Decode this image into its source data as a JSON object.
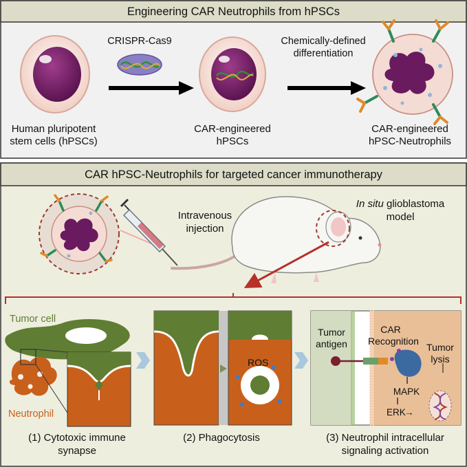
{
  "top_panel": {
    "title": "Engineering CAR Neutrophils from hPSCs",
    "crispr_label": "CRISPR-Cas9",
    "differentiation_label": [
      "Chemically-defined",
      "differentiation"
    ],
    "cell1_label": [
      "Human pluripotent",
      "stem cells (hPSCs)"
    ],
    "cell2_label": [
      "CAR-engineered",
      "hPSCs"
    ],
    "cell3_label": [
      "CAR-engineered",
      "hPSC-Neutrophils"
    ]
  },
  "bottom_panel": {
    "title": "CAR hPSC-Neutrophils  for targeted cancer immunotherapy",
    "injection_label": [
      "Intravenous",
      "injection"
    ],
    "model_label_italic": "In situ",
    "model_label_rest": " glioblastoma",
    "model_label_line2": "model"
  },
  "mechanisms": {
    "tumor_cell": "Tumor cell",
    "neutrophil": "Neutrophil",
    "ros": "ROS",
    "tumor_antigen": [
      "Tumor",
      "antigen"
    ],
    "car_recognition": [
      "CAR",
      "Recognition"
    ],
    "mapk": "MAPK",
    "erk": "ERK",
    "erk_arrow": "→",
    "tumor_lysis": [
      "Tumor",
      "lysis"
    ],
    "step1": [
      "(1) Cytotoxic immune",
      "synapse"
    ],
    "step2": "(2) Phagocytosis",
    "step3": [
      "(3) Neutrophil intracellular",
      "signaling activation"
    ]
  },
  "colors": {
    "panel_header": "#dcdcc8",
    "top_bg": "#f1f1f1",
    "bottom_bg": "#eeeedf",
    "tumor_green": "#5f7d33",
    "neutrophil_orange": "#c8601c",
    "nucleus_purple": "#7a1f6a",
    "arrow_red": "#b5312a",
    "chevron_blue": "#a9c7dd"
  }
}
